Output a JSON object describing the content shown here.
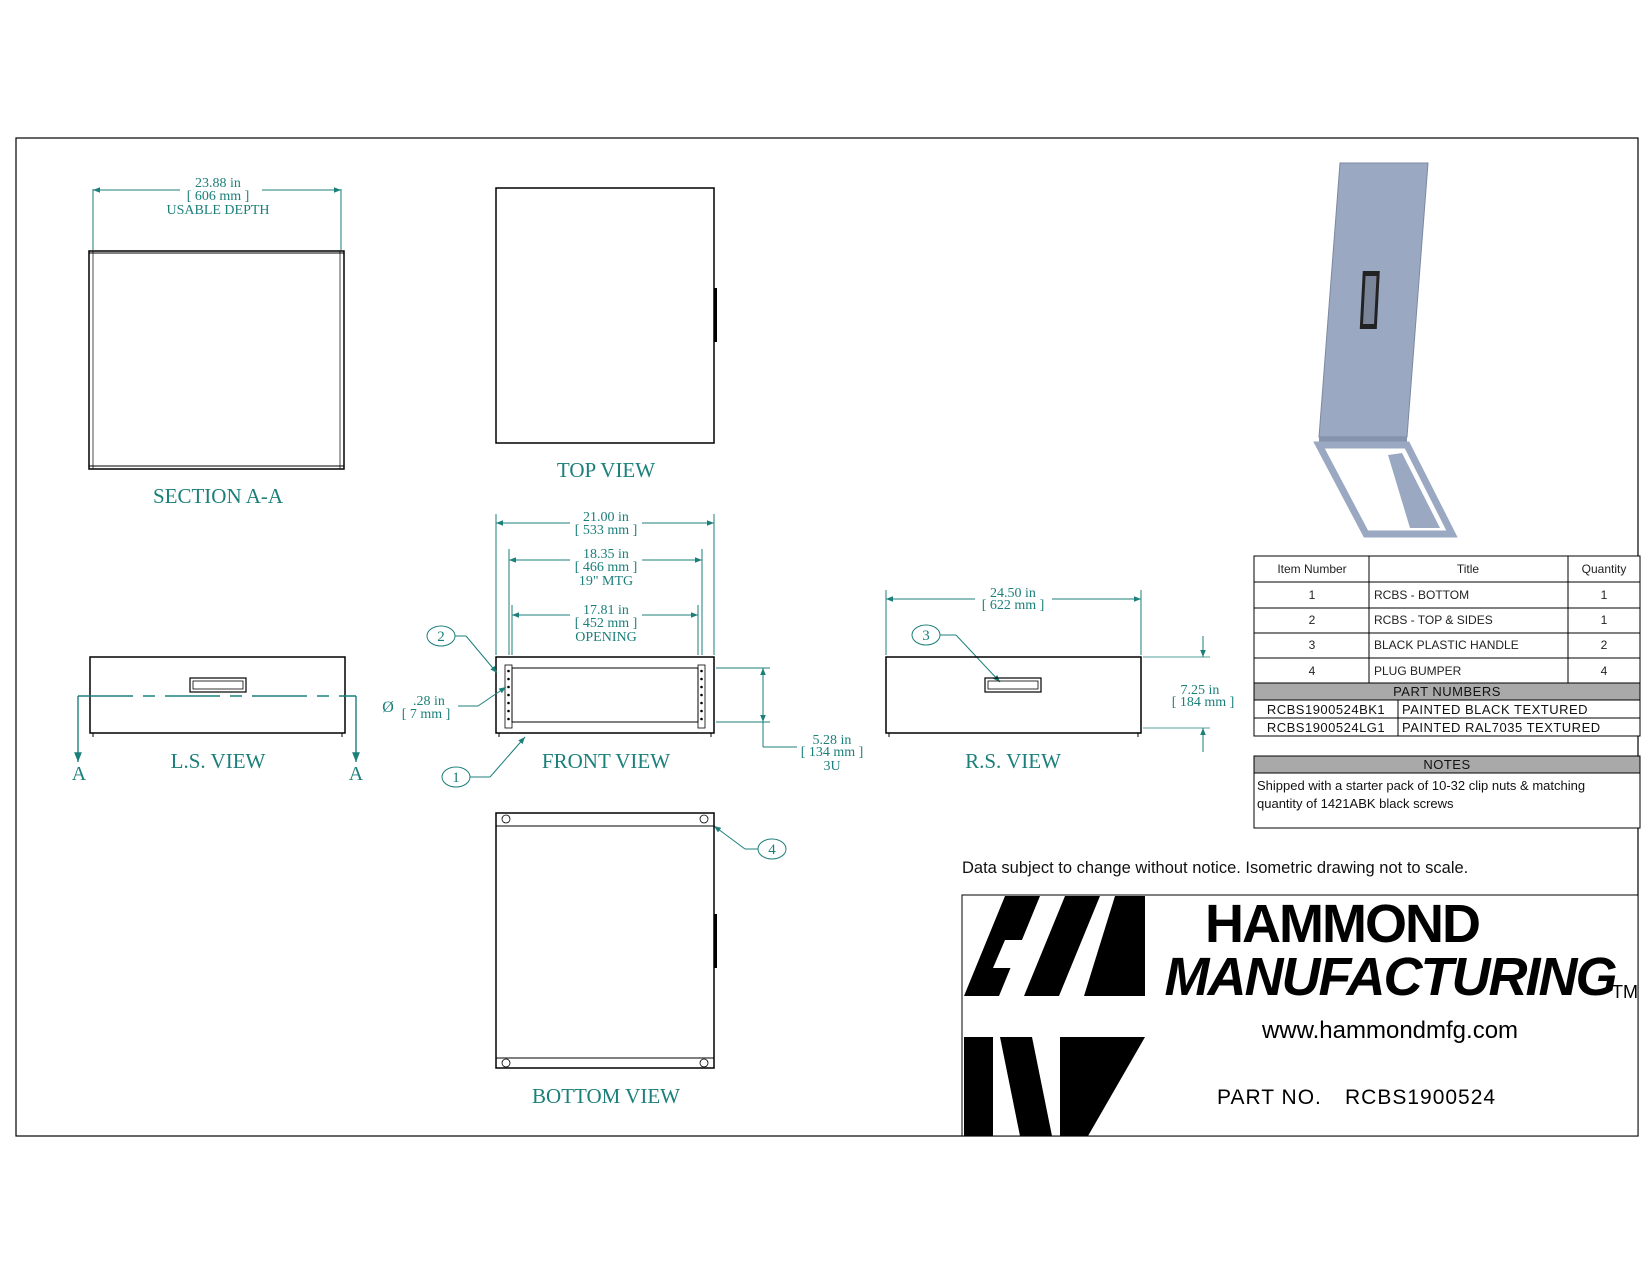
{
  "section_view": {
    "dim_in": "23.88 in",
    "dim_mm": "[ 606 mm ]",
    "dim_note": "USABLE DEPTH",
    "title": "SECTION A-A"
  },
  "top_view": {
    "title": "TOP VIEW"
  },
  "ls_view": {
    "title": "L.S. VIEW",
    "section_marker_left": "A",
    "section_marker_right": "A"
  },
  "front_view": {
    "title": "FRONT VIEW",
    "width_in": "21.00 in",
    "width_mm": "[ 533 mm ]",
    "mtg_in": "18.35 in",
    "mtg_mm": "[ 466 mm ]",
    "mtg_note": "19\" MTG",
    "open_in": "17.81 in",
    "open_mm": "[ 452 mm ]",
    "open_note": "OPENING",
    "hole_symbol": "Ø",
    "hole_in": ".28 in",
    "hole_mm": "[ 7 mm ]",
    "height_in": "5.28 in",
    "height_mm": "[ 134 mm ]",
    "height_note": "3U"
  },
  "rs_view": {
    "title": "R.S. VIEW",
    "depth_in": "24.50 in",
    "depth_mm": "[ 622 mm ]",
    "height_in": "7.25 in",
    "height_mm": "[ 184 mm ]"
  },
  "bottom_view": {
    "title": "BOTTOM VIEW"
  },
  "balloons": [
    "1",
    "2",
    "3",
    "4"
  ],
  "bom": {
    "headers": [
      "Item Number",
      "Title",
      "Quantity"
    ],
    "rows": [
      [
        "1",
        "RCBS - BOTTOM",
        "1"
      ],
      [
        "2",
        "RCBS - TOP & SIDES",
        "1"
      ],
      [
        "3",
        "BLACK PLASTIC HANDLE",
        "2"
      ],
      [
        "4",
        "PLUG BUMPER",
        "4"
      ]
    ]
  },
  "part_numbers": {
    "header": "PART NUMBERS",
    "rows": [
      [
        "RCBS1900524BK1",
        "PAINTED BLACK TEXTURED"
      ],
      [
        "RCBS1900524LG1",
        "PAINTED RAL7035 TEXTURED"
      ]
    ]
  },
  "notes": {
    "header": "NOTES",
    "line1": "Shipped with a starter pack of 10-32 clip nuts & matching",
    "line2": "quantity of 1421ABK black screws"
  },
  "disclaimer": "Data subject to change without notice. Isometric drawing not to scale.",
  "title_block": {
    "company_line1": "HAMMOND",
    "company_line2": "MANUFACTURING",
    "tm": "TM",
    "website": "www.hammondmfg.com",
    "part_no_label": "PART NO.",
    "part_no": "RCBS1900524"
  },
  "colors": {
    "annotation": "#1b7f7a",
    "enclosure": "#9aa8c2",
    "header_fill": "#a9a9a9"
  }
}
